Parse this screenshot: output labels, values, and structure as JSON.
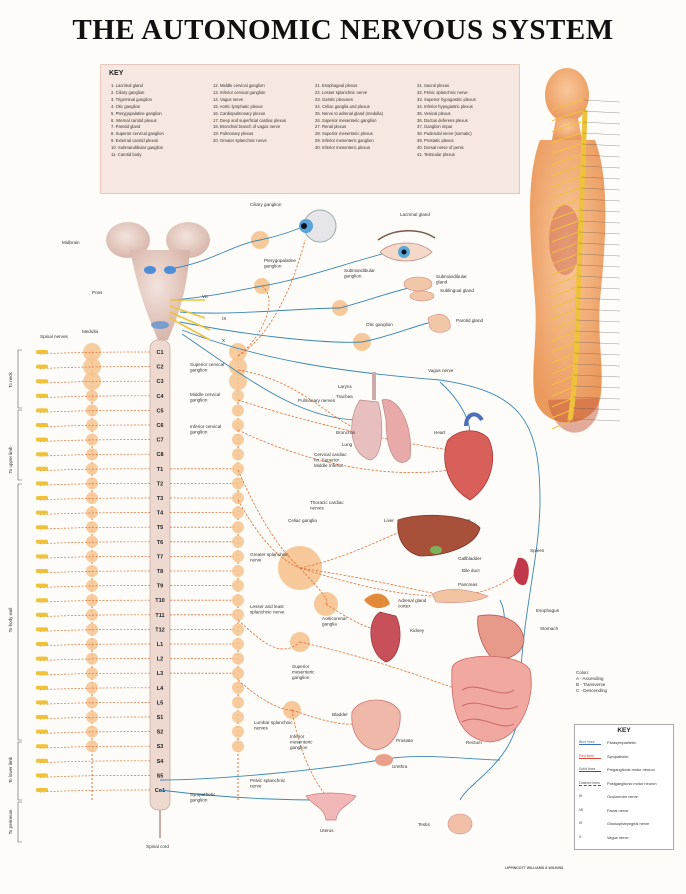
{
  "title": "THE AUTONOMIC NERVOUS SYSTEM",
  "key": {
    "heading": "KEY",
    "columns": [
      [
        "1. Lacrimal gland",
        "2. Ciliary ganglion",
        "3. Trigeminal ganglion",
        "4. Otic ganglion",
        "5. Pterygopalatine ganglion",
        "6. Internal carotid plexus",
        "7. Parotid gland",
        "8. Superior cervical ganglion",
        "9. External carotid plexus",
        "10. Submandibular ganglion",
        "11. Carotid body"
      ],
      [
        "12. Middle cervical ganglion",
        "13. Inferior cervical ganglion",
        "14. Vagus nerve",
        "15. Aortic lymphatic plexus",
        "16. Cardiopulmonary plexus",
        "17. Deep and superficial cardiac plexus",
        "18. Bronchial branch of vagus nerve",
        "19. Pulmonary plexus",
        "20. Greater splanchnic nerve"
      ],
      [
        "21. Esophageal plexus",
        "22. Lesser splanchnic nerve",
        "23. Gastric plexuses",
        "24. Celiac ganglia and plexus",
        "25. Nerve to adrenal gland (medulla)",
        "26. Superior mesenteric ganglion",
        "27. Renal plexus",
        "28. Superior mesenteric plexus",
        "29. Inferior mesenteric ganglion",
        "30. Inferior mesenteric plexus"
      ],
      [
        "31. Sacral plexus",
        "32. Pelvic splanchnic nerve",
        "33. Superior hypogastric plexus",
        "34. Inferior hypogastric plexus",
        "35. Vesical plexus",
        "36. Ductus deferens plexus",
        "37. Ganglion impar",
        "38. Pudendal nerve (somatic)",
        "39. Prostatic plexus",
        "40. Dorsal nerve of penis",
        "41. Testicular plexus"
      ]
    ]
  },
  "spine_segments": [
    "C1",
    "C2",
    "C3",
    "C4",
    "C5",
    "C6",
    "C7",
    "C8",
    "T1",
    "T2",
    "T3",
    "T4",
    "T5",
    "T6",
    "T7",
    "T8",
    "T9",
    "T10",
    "T11",
    "T12",
    "L1",
    "L2",
    "L3",
    "L4",
    "L5",
    "S1",
    "S2",
    "S3",
    "S4",
    "S5",
    "Co1"
  ],
  "labels": {
    "midbrain": "Midbrain",
    "pons": "Pons",
    "medulla": "Medulla",
    "spinal_nerves": "Spinal nerves",
    "spinal_cord": "Spinal cord",
    "nerve_vii": "VII",
    "nerve_ix": "IX",
    "nerve_x": "X",
    "ciliary_ganglion": "Ciliary ganglion",
    "lacrimal_gland": "Lacrimal gland",
    "pterygopalatine_ganglion": "Pterygopalatine ganglion",
    "submandibular_ganglion": "Submandibular ganglion",
    "submandibular_gland": "Submandibular gland",
    "sublingual_gland": "Sublingual gland",
    "otic_ganglion": "Otic ganglion",
    "parotid_gland": "Parotid gland",
    "superior_cervical_ganglion": "Superior cervical ganglion",
    "middle_cervical_ganglion": "Middle cervical ganglion",
    "inferior_cervical_ganglion": "Inferior cervical ganglion",
    "vagus_nerve": "Vagus nerve",
    "larynx": "Larynx",
    "trachea": "Trachea",
    "pulmonary_nerves": "Pulmonary nerves",
    "bronchus": "Bronchus",
    "lung": "Lung",
    "cervical_cardiac_nn": "Cervical cardiac nn. Superior Middle Inferior",
    "heart": "Heart",
    "thoracic_cardiac_nerves": "Thoracic cardiac nerves",
    "celiac_ganglia": "Celiac ganglia",
    "liver": "Liver",
    "gallbladder": "Gallbladder",
    "bile_duct": "Bile duct",
    "spleen": "Spleen",
    "pancreas": "Pancreas",
    "esophagus": "Esophagus",
    "stomach": "Stomach",
    "greater_splanchnic_nerve": "Greater splanchnic nerve",
    "lesser_least_splanchnic": "Lesser and least splanchnic nerve",
    "aorticorenal_ganglia": "Aorticorenal ganglia",
    "adrenal_gland_cortex": "Adrenal gland cortex",
    "kidney": "Kidney",
    "superior_mesenteric_ganglion": "Superior mesenteric ganglion",
    "lumbar_splanchnic_nerves": "Lumbar splanchnic nerves",
    "inferior_mesenteric_ganglion": "Inferior mesenteric ganglion",
    "bladder": "Bladder",
    "prostate": "Prostate",
    "urethra": "Urethra",
    "rectum": "Rectum",
    "pelvic_splanchnic_nerve": "Pelvic splanchnic nerve",
    "sympathetic_ganglion": "Sympathetic ganglion",
    "uterus": "Uterus",
    "testis": "Testis",
    "to_neck": "To neck",
    "to_upper_limb": "To upper limb",
    "to_body_wall": "To body wall",
    "to_lower_limb": "To lower limb",
    "to_perineum": "To perineum"
  },
  "colon_legend": {
    "heading": "Colon:",
    "items": [
      "A - Ascending",
      "B - Transverse",
      "C - Descending"
    ]
  },
  "right_key": {
    "heading": "KEY",
    "rows": [
      {
        "swatch": "Blue lines",
        "text": "Parasympathetic",
        "color": "#3a6fb3"
      },
      {
        "swatch": "Red lines",
        "text": "Sympathetic",
        "color": "#d24a3a"
      },
      {
        "swatch": "Solid lines",
        "text": "Preganglionic motor neuron",
        "color": "#555555"
      },
      {
        "swatch": "Dashed lines",
        "text": "Postganglionic motor neuron",
        "color": "#555555"
      },
      {
        "swatch": "III",
        "text": "Oculomotor nerve",
        "color": "#333333"
      },
      {
        "swatch": "VII",
        "text": "Facial nerve",
        "color": "#333333"
      },
      {
        "swatch": "IX",
        "text": "Glossopharyngeal nerve",
        "color": "#333333"
      },
      {
        "swatch": "X",
        "text": "Vagus nerve",
        "color": "#333333"
      }
    ]
  },
  "footer_right": "LIPPINCOTT WILLIAMS & WILKINS",
  "colors": {
    "parasympathetic": "#3a86b4",
    "sympathetic": "#e0703a",
    "ganglion": "#f6c38f",
    "body_skin": "#f3b37d",
    "brain": "#e8cfc6",
    "cord": "#eed9d1",
    "key_bg": "#f7e7e1",
    "nerve_yellow": "#efc23b"
  }
}
